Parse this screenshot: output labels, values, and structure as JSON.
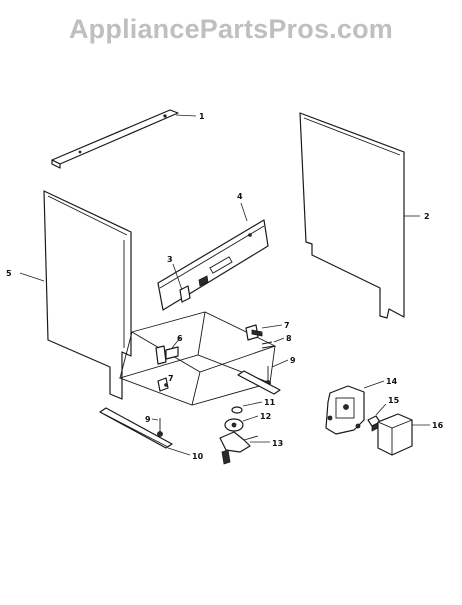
{
  "watermark": "AppliancePartsPros.com",
  "callouts": [
    "1",
    "2",
    "3",
    "4",
    "5",
    "6",
    "7",
    "8",
    "9",
    "10",
    "11",
    "12",
    "13",
    "14",
    "15",
    "16"
  ],
  "colors": {
    "line": "#1a1a1a",
    "watermark": "#bfbfbf",
    "background": "#ffffff"
  }
}
